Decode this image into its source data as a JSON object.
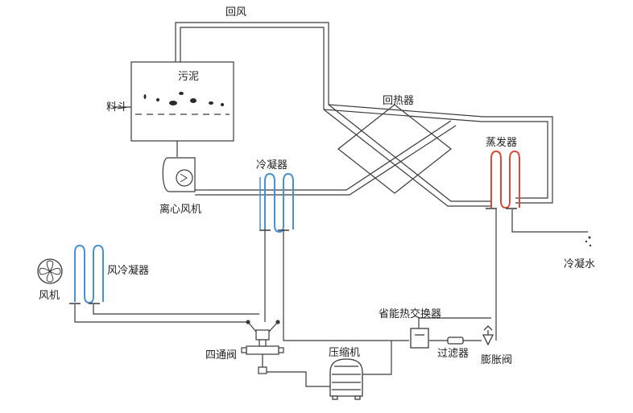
{
  "labels": {
    "return_air": "回风",
    "sludge": "污泥",
    "hopper": "料斗",
    "heat_recovery": "回热器",
    "evaporator": "蒸发器",
    "condenser": "冷凝器",
    "centrifugal_fan": "离心风机",
    "air_condenser": "风冷凝器",
    "fan": "风机",
    "condensate": "冷凝水",
    "economizer": "省能热交换器",
    "four_way_valve": "四通阀",
    "compressor": "压缩机",
    "filter": "过滤器",
    "expansion_valve": "膨胀阀"
  },
  "colors": {
    "line": "#3a3a3a",
    "condenser_coil": "#4a8fd0",
    "evaporator_coil": "#d64a3a"
  },
  "icons": [
    "fan-blade-icon",
    "centrifugal-fan-icon",
    "compressor-icon",
    "four-way-valve-icon",
    "filter-icon",
    "expansion-valve-icon",
    "water-drop-icon"
  ]
}
